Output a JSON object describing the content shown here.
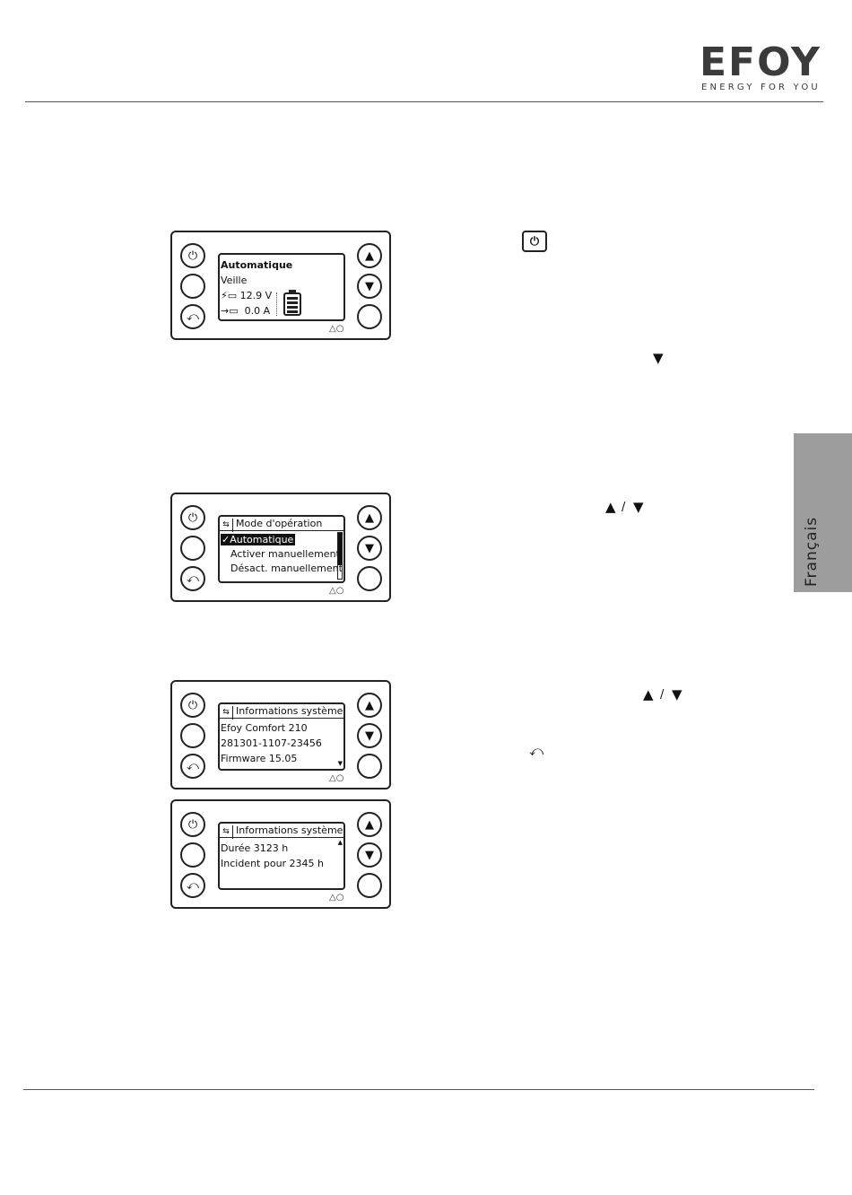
{
  "brand": {
    "logo_word": "EFOY",
    "tagline": "ENERGY FOR YOU"
  },
  "side_tab": {
    "label": "Français"
  },
  "device_mark": "△○",
  "screen1": {
    "mode": "Automatique",
    "status": "Veille",
    "voltage": "12.9 V",
    "current": "0.0 A"
  },
  "screen2": {
    "header": "Mode d'opération",
    "items": [
      "Automatique",
      "Activer manuellement",
      "Désact. manuellement"
    ],
    "selected_index": 0
  },
  "screen3": {
    "header": "Informations système",
    "lines": [
      "Efoy Comfort 210",
      "281301-1107-23456",
      "Firmware 15.05"
    ]
  },
  "screen4": {
    "header": "Informations système",
    "lines": [
      "Durée 3123 h",
      "Incident pour 2345 h"
    ]
  },
  "glyphs": {
    "power": "⏻",
    "up": "▲",
    "down": "▼",
    "back": "⮌",
    "undo": "⤺",
    "check": "✓",
    "header_back": "⇆",
    "slash": "/"
  },
  "colors": {
    "side_tab": "#9d9d9d",
    "logo": "#3b3b3b"
  }
}
